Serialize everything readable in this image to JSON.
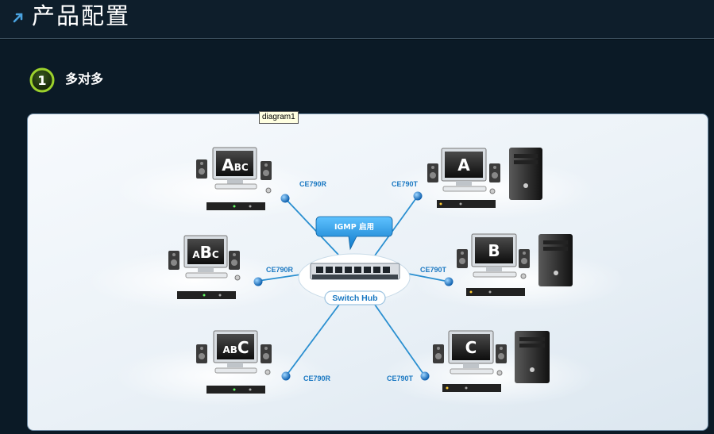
{
  "header": {
    "title": "产品配置",
    "arrow_icon": "arrow-up-right-icon"
  },
  "section": {
    "number": "1",
    "title": "多对多"
  },
  "tooltip": {
    "text": "diagram1"
  },
  "diagram": {
    "callout": "IGMP 启用",
    "switch_label": "Switch Hub",
    "left_nodes": [
      {
        "device": "CE790R",
        "screen": [
          "A",
          "BC"
        ]
      },
      {
        "device": "CE790R",
        "screen": [
          "A",
          "B",
          "C"
        ]
      },
      {
        "device": "CE790R",
        "screen": [
          "AB",
          "C"
        ]
      }
    ],
    "right_nodes": [
      {
        "device": "CE790T",
        "screen": "A"
      },
      {
        "device": "CE790T",
        "screen": "B"
      },
      {
        "device": "CE790T",
        "screen": "C"
      }
    ],
    "colors": {
      "link": "#2a8fd0",
      "label": "#1a78c2",
      "callout": "#1a8fd6"
    }
  }
}
